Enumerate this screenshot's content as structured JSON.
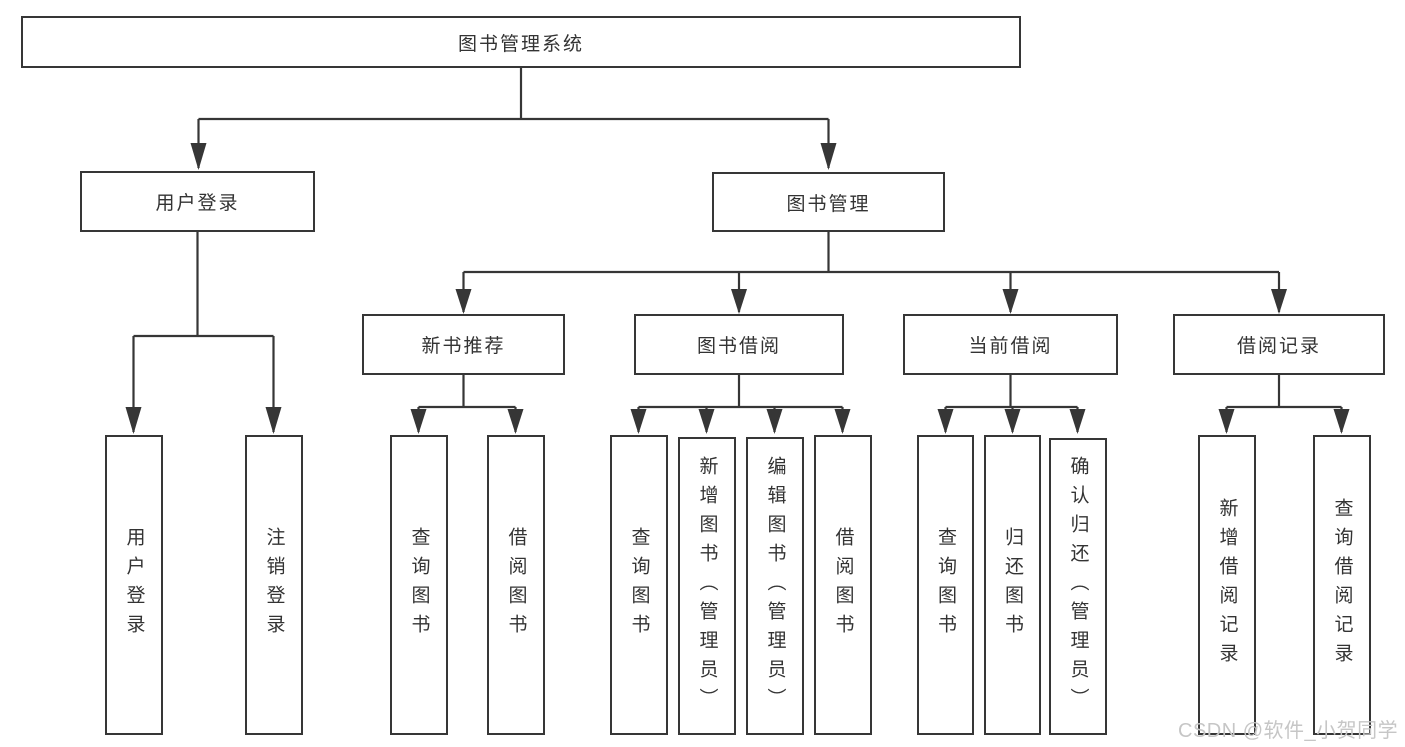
{
  "tree": {
    "root": {
      "label": "图书管理系统",
      "children": [
        {
          "label": "用户登录",
          "children": [
            {
              "label": "用户登录"
            },
            {
              "label": "注销登录"
            }
          ]
        },
        {
          "label": "图书管理",
          "children": [
            {
              "label": "新书推荐",
              "children": [
                {
                  "label": "查询图书"
                },
                {
                  "label": "借阅图书"
                }
              ]
            },
            {
              "label": "图书借阅",
              "children": [
                {
                  "label": "查询图书"
                },
                {
                  "label": "新增图书（管理员）"
                },
                {
                  "label": "编辑图书（管理员）"
                },
                {
                  "label": "借阅图书"
                }
              ]
            },
            {
              "label": "当前借阅",
              "children": [
                {
                  "label": "查询图书"
                },
                {
                  "label": "归还图书"
                },
                {
                  "label": "确认归还（管理员）"
                }
              ]
            },
            {
              "label": "借阅记录",
              "children": [
                {
                  "label": "新增借阅记录"
                },
                {
                  "label": "查询借阅记录"
                }
              ]
            }
          ]
        }
      ]
    }
  },
  "watermark": "CSDN @软件_小贺同学",
  "colors": {
    "line": "#363636",
    "box_border": "#363636",
    "text": "#333333",
    "background": "#ffffff",
    "watermark": "#c6c6c6"
  }
}
